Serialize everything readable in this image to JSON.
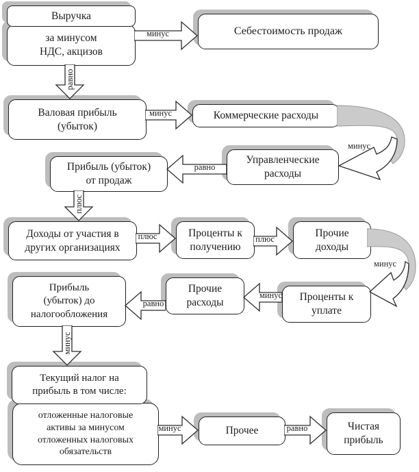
{
  "colors": {
    "box_fill": "#ffffff",
    "box_border": "#1f1f1f",
    "shadow_gray": "#bdbdbd",
    "ribbon_gray": "#cbcbcb",
    "text": "#1c1c1c"
  },
  "boxes": {
    "revenue": "Выручка",
    "less_vat": "за минусом\nНДС, акцизов",
    "cost_of_sales": "Себестоимость продаж",
    "gross_profit": "Валовая прибыль\n(убыток)",
    "commercial_expenses": "Коммерческие расходы",
    "administrative_expenses": "Управленческие\nрасходы",
    "sales_profit": "Прибыль (убыток)\nот продаж",
    "participation_income": "Доходы от участия в\nдругих организациях",
    "interest_receivable": "Проценты к\nполучению",
    "other_income": "Прочие\nдоходы",
    "interest_payable": "Проценты к\nуплате",
    "other_expenses": "Прочие\nрасходы",
    "pretax_profit": "Прибыль\n(убыток) до\nналогообложения",
    "current_tax": "Текущий налог на\nприбыль в том числе:",
    "deferred_tax": "отложенные налоговые\nактивы за минусом\nотложенных налоговых\nобязательств",
    "other": "Прочее",
    "net_profit": "Чистая\nприбыль"
  },
  "connectors": {
    "minus_cost_of_sales": "минус",
    "equals_gross_profit": "равно",
    "minus_commercial": "минус",
    "minus_administrative": "минус",
    "equals_sales_profit": "равно",
    "plus_participation": "плюс",
    "plus_interest_receivable": "плюс",
    "plus_other_income": "плюс",
    "minus_interest_payable": "минус",
    "minus_other_expenses": "минус",
    "equals_pretax_profit": "равно",
    "minus_current_tax": "минус",
    "minus_other": "минус",
    "equals_net_profit": "равно"
  }
}
